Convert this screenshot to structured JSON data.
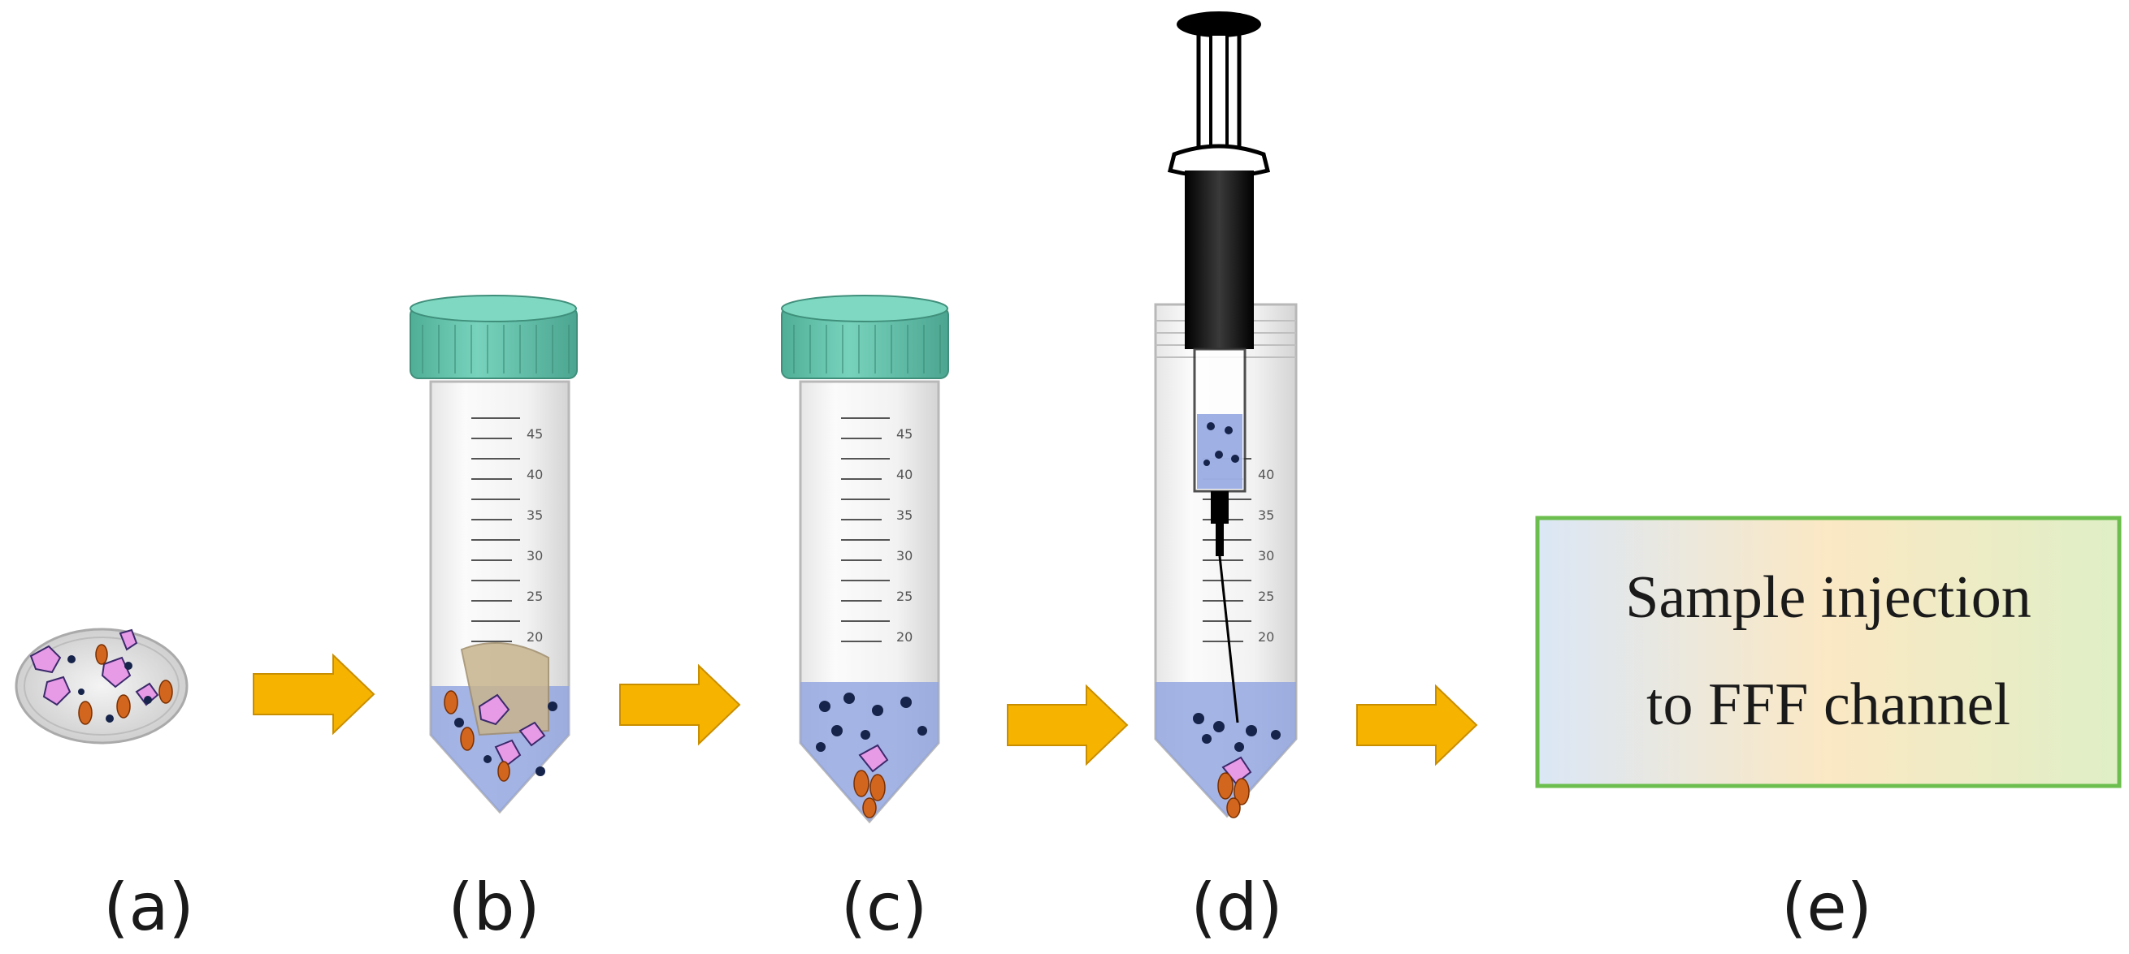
{
  "steps": [
    {
      "id": "a",
      "label": "(a)"
    },
    {
      "id": "b",
      "label": "(b)"
    },
    {
      "id": "c",
      "label": "(c)"
    },
    {
      "id": "d",
      "label": "(d)"
    },
    {
      "id": "e",
      "label": "(e)"
    }
  ],
  "final_box": {
    "line1": "Sample injection",
    "line2": "to FFF channel"
  },
  "tube_scale": [
    "45",
    "40",
    "35",
    "30",
    "25",
    "20"
  ],
  "colors": {
    "cap": "#5fc0a8",
    "arrow": "#f6b400",
    "liquid": "#8ea2e0",
    "fragment": "#e79ae6",
    "particle_orange": "#d2661e",
    "particle_dark": "#16234a",
    "box_border": "#6cbf4e"
  },
  "icons": [
    "right-arrow-icon",
    "tube-icon",
    "syringe-icon",
    "petri-dish-icon"
  ]
}
